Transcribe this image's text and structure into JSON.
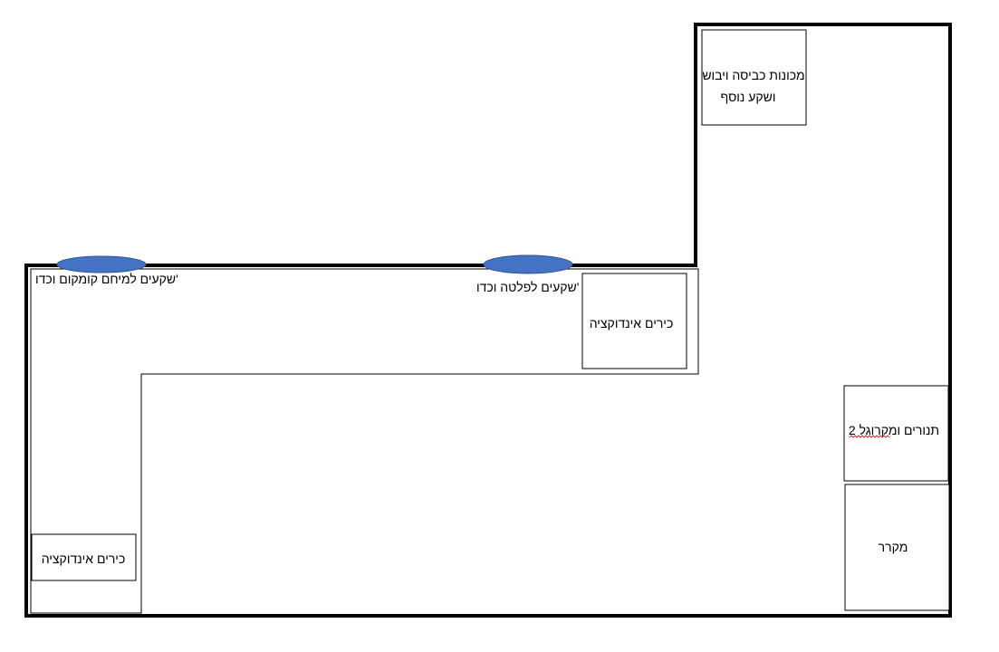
{
  "labels": {
    "socket_left": "שקעים למיחם קומקום וכדו'",
    "socket_center": "שקעים לפלטה וכדו'",
    "washer_line1": "מכונות כביסה ויבוש",
    "washer_line2": "ושקע נוסף",
    "induction_top": "כירים אינדוקציה",
    "induction_bottom": "כירים אינדוקציה",
    "ovens": "2 תנורים ומקרוגל",
    "fridge": "מקרר"
  },
  "colors": {
    "wall": "#000000",
    "socket_fill": "#4472c4",
    "socket_stroke": "#2f5597",
    "spellcheck": "#e03030"
  },
  "icons": {
    "socket": "socket-ellipse-icon"
  }
}
